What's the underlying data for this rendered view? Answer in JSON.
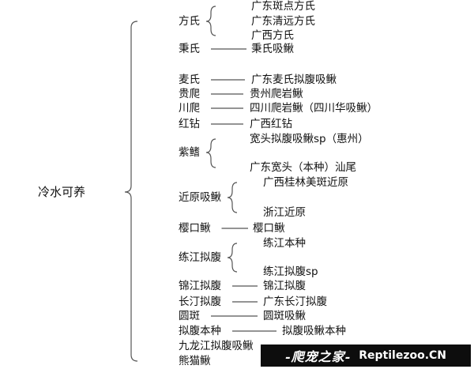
{
  "root": "冷水可养",
  "groups": [
    {
      "name": "方氏",
      "children": [
        "广东斑点方氏",
        "广东清远方氏",
        "广西方氏"
      ]
    },
    {
      "name": "秉氏",
      "children": [
        "秉氏吸鳅"
      ]
    },
    {
      "name": "麦氏",
      "children": [
        "广东麦氏拟腹吸鳅"
      ]
    },
    {
      "name": "贵爬",
      "children": [
        "贵州爬岩鳅"
      ]
    },
    {
      "name": "川爬",
      "children": [
        "四川爬岩鳅（四川华吸鳅）"
      ]
    },
    {
      "name": "红钻",
      "children": [
        "广西红钻"
      ]
    },
    {
      "name": "紫鳍",
      "children": [
        "宽头拟腹吸鳅sp（惠州）",
        "广东宽头（本种）汕尾"
      ]
    },
    {
      "name": "近原吸鳅",
      "children": [
        "广西桂林美斑近原",
        "浙江近原"
      ]
    },
    {
      "name": "樱口鳅",
      "children": [
        "樱口鳅"
      ]
    },
    {
      "name": "练江拟腹",
      "children": [
        "练江本种",
        "练江拟腹sp"
      ]
    },
    {
      "name": "锦江拟腹",
      "children": [
        "锦江拟腹"
      ]
    },
    {
      "name": "长汀拟腹",
      "children": [
        "广东长汀拟腹"
      ]
    },
    {
      "name": "圆斑",
      "children": [
        "圆斑吸鳅"
      ]
    },
    {
      "name": "拟腹本种",
      "children": [
        "拟腹吸鳅本种"
      ]
    },
    {
      "name": "九龙江拟腹吸鳅",
      "children": []
    },
    {
      "name": "熊猫鳅",
      "children": []
    }
  ],
  "watermark": {
    "cn": "-爬宠之家-",
    "en": "Reptilezoo.CN"
  },
  "colors": {
    "line": "#555555",
    "text": "#111111",
    "watermark_bg": "#0d0d0d",
    "watermark_text": "#ffffff"
  }
}
